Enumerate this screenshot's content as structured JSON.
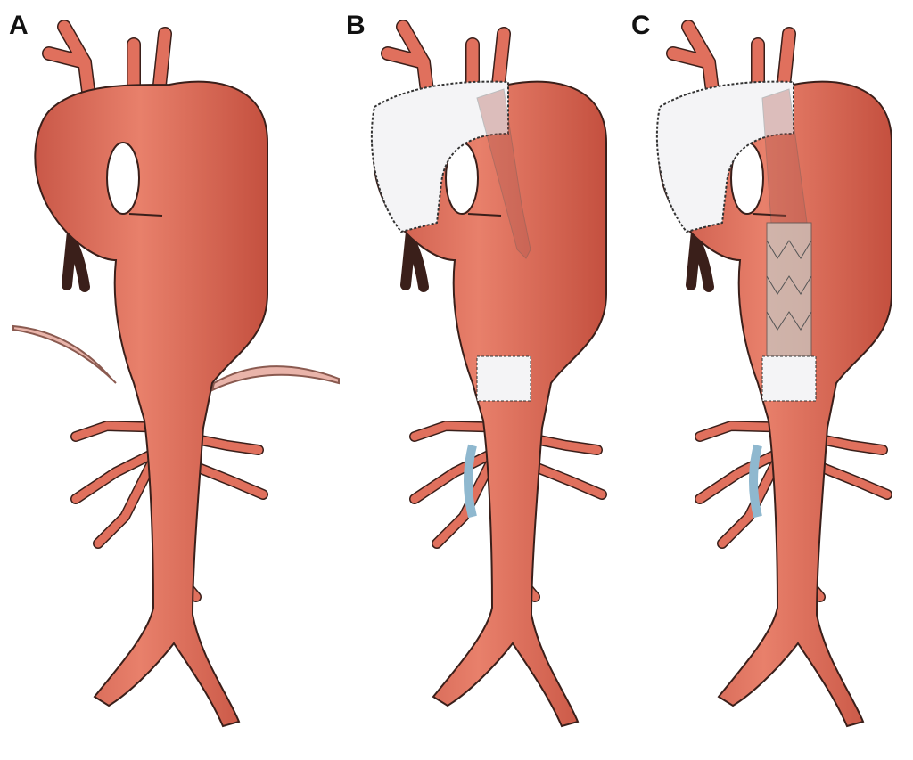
{
  "panels": [
    {
      "label": "A"
    },
    {
      "label": "B"
    },
    {
      "label": "C"
    }
  ],
  "colors": {
    "vessel": "#e0705d",
    "vessel_dark": "#b94a3c",
    "outline": "#3a1f1a",
    "graft": "#f4f4f6",
    "stent": "#c9c6c0",
    "bypass": "#8fb8cf",
    "ligament": "#e9b4aa"
  }
}
